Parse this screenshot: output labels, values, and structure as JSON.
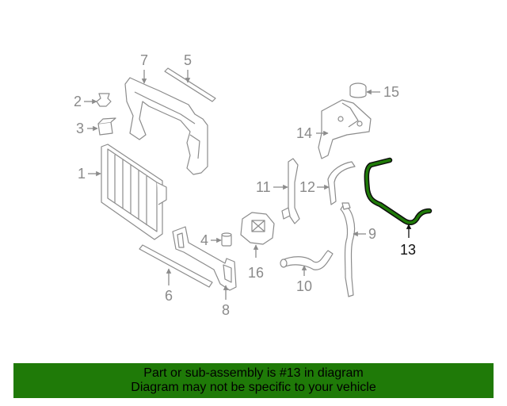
{
  "diagram": {
    "highlight_part": "13",
    "colors": {
      "part_outline": "#8c8c8c",
      "highlight_stroke": "#0c0c0c",
      "highlight_fill": "#1f7a08"
    },
    "callouts": {
      "c1": "1",
      "c2": "2",
      "c3": "3",
      "c4": "4",
      "c5": "5",
      "c6": "6",
      "c7": "7",
      "c8": "8",
      "c9": "9",
      "c10": "10",
      "c11": "11",
      "c12": "12",
      "c13": "13",
      "c14": "14",
      "c15": "15",
      "c16": "16"
    }
  },
  "banner": {
    "line1": "Part or sub-assembly is #13 in diagram",
    "line2": "Diagram may not be specific to your vehicle",
    "background": "#1f7a08"
  }
}
